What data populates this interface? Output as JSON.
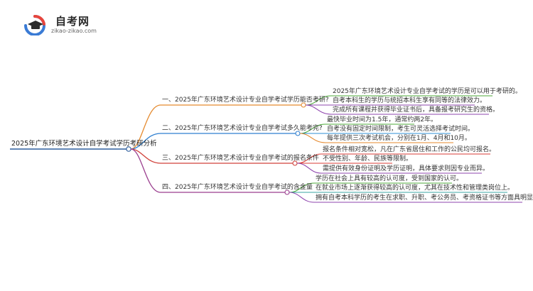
{
  "logo": {
    "name": "自考网",
    "domain": "zikao-zikao.com"
  },
  "colors": {
    "root": "#2f5f9e",
    "branch1": "#e58a2e",
    "branch2": "#2f7fd0",
    "branch3": "#d0413a",
    "branch4": "#9b3f8f",
    "leaf_green": "#4caa3a",
    "leaf_purple": "#8e44ad",
    "leaf_blue": "#2d8fd5",
    "leaf_orange": "#e5882c",
    "leaf_red": "#d93b35",
    "leaf_teal": "#3aa6a3"
  },
  "root": {
    "label": "2025年广东环境艺术设计自学考试学历考研分析"
  },
  "branches": [
    {
      "label": "一、2025年广东环境艺术设计专业自学考试学历能否考研?",
      "leaves": [
        "2025年广东环境艺术设计专业自学考试的学历是可以用于考研的。",
        "自考本科生的学历与统招本科生享有同等的法律效力。",
        "完成所有课程并获得毕业证书后，具备报考研究生的资格。"
      ]
    },
    {
      "label": "二、2025年广东环境艺术设计专业自学考试多久能考完?",
      "leaves": [
        "最快毕业时间为1.5年，通常约两2年。",
        "自考没有固定时间限制，考生可灵活选择考试时间。",
        "每年提供三次考试机会，分别在1月、4月和10月。"
      ]
    },
    {
      "label": "三、2025年广东环境艺术设计专业自学考试的报名条件",
      "leaves": [
        "报名条件相对宽松，凡在广东省居住和工作的公民均可报名。",
        "不受性别、年龄、民族等限制。",
        "需提供有效身份证明及学历证明，具体要求则因专业而异。"
      ]
    },
    {
      "label": "四、2025年广东环境艺术设计专业自学考试的含金量",
      "leaves": [
        "学历在社会上具有较高的认可度，受到国家的认可。",
        "在就业市场上逐渐获得较高的认可度，尤其在技术性和管理类岗位上。",
        "拥有自考本科学历的考生在求职、升职、考公务员、考资格证书等方面具明显优势。"
      ]
    }
  ]
}
